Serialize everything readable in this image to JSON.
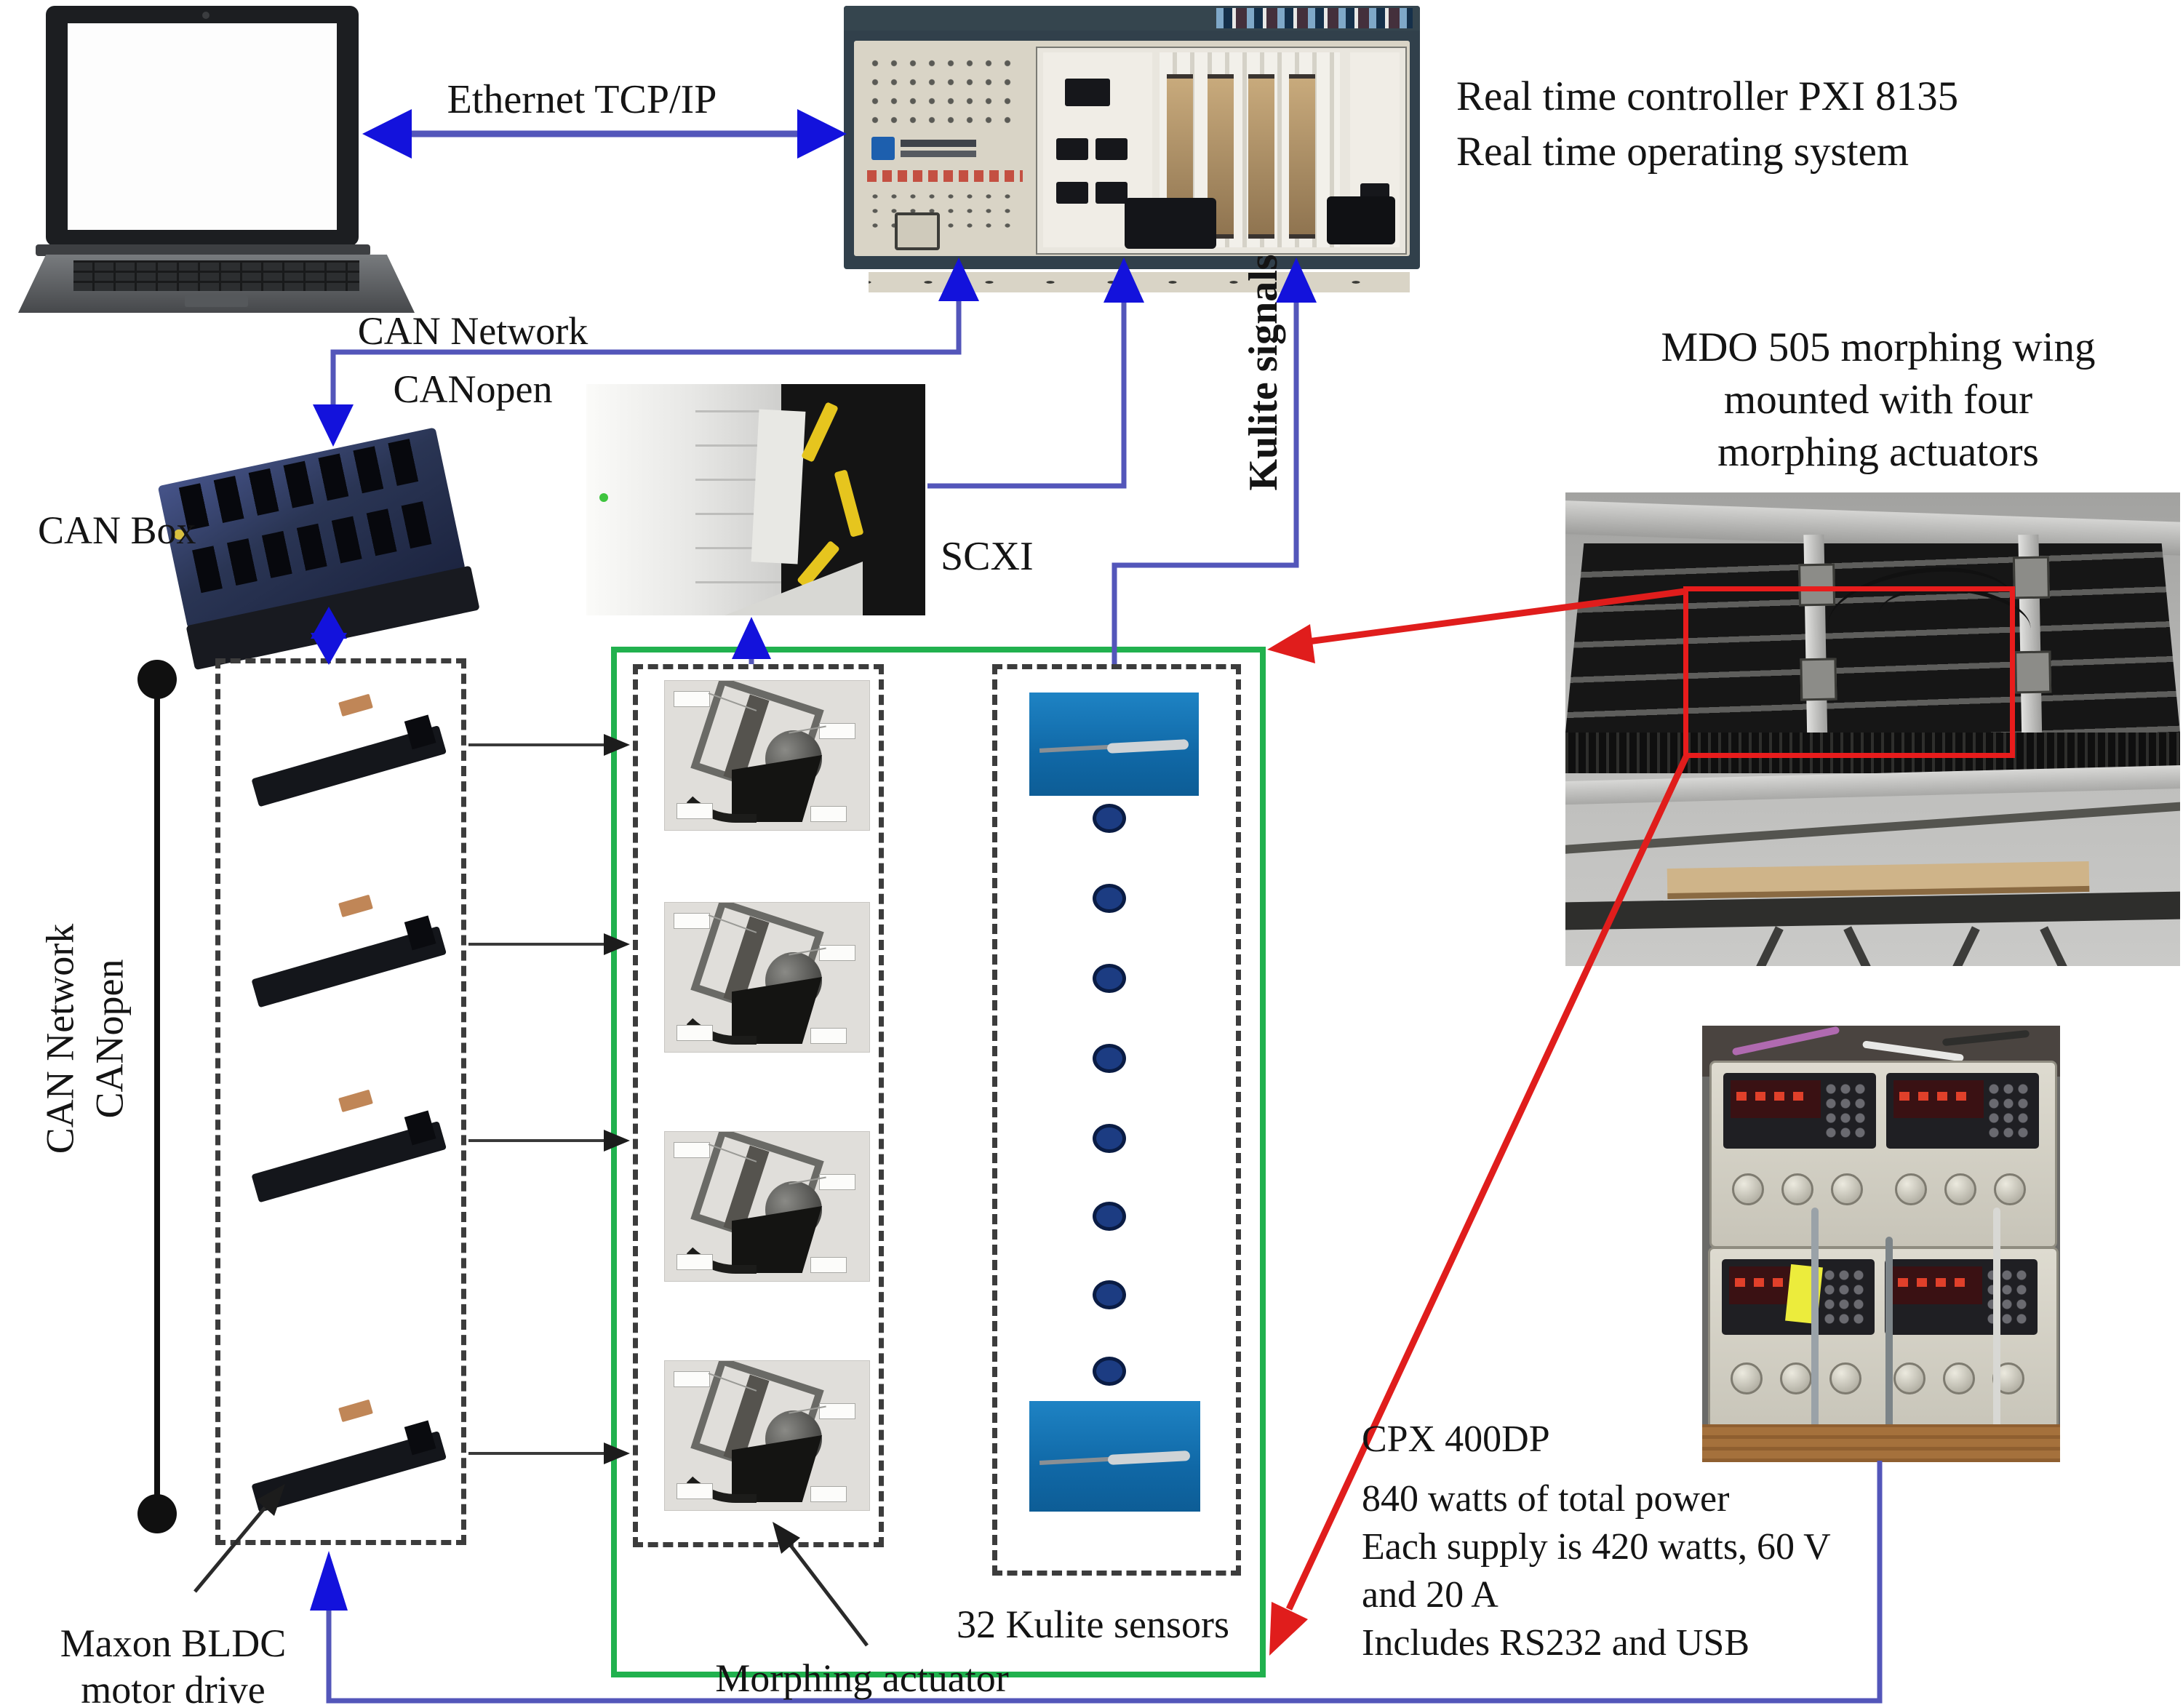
{
  "figure": {
    "type": "hardware-architecture-diagram",
    "labels": {
      "ethernet_link": "Ethernet TCP/IP",
      "controller_line1": "Real time controller PXI 8135",
      "controller_line2": "Real time operating system",
      "can_network": "CAN Network",
      "canopen": "CANopen",
      "can_box": "CAN Box",
      "scxi": "SCXI",
      "kulite_signals": "Kulite signals",
      "wing_caption_line1": "MDO 505 morphing wing",
      "wing_caption_line2": "mounted with four",
      "wing_caption_line3": "morphing actuators",
      "left_bus_line1": "CAN Network",
      "left_bus_line2": "CANopen",
      "maxon_line1": "Maxon BLDC",
      "maxon_line2": "motor drive",
      "morphing_actuator": "Morphing actuator",
      "kulite_sensors": "32 Kulite sensors",
      "psu_line1": "CPX 400DP",
      "psu_line2": "840 watts of total power",
      "psu_line3": "Each supply is 420 watts, 60 V",
      "psu_line4": "and 20 A",
      "psu_line5": "Includes RS232 and USB"
    },
    "counts": {
      "motor_drives": 4,
      "morphing_actuators": 4,
      "kulite_sensor_dots": 8,
      "kulite_sensors_total": 32
    },
    "colors": {
      "connector_line_blue": "#5356ba",
      "arrowhead_blue": "#1312dc",
      "highlight_green": "#21b14e",
      "highlight_red": "#e01d1c",
      "dashed_border": "#3c3c3c",
      "kulite_photo_blue": "#1576b4",
      "sensor_dot_navy": "#1c3c82"
    }
  }
}
